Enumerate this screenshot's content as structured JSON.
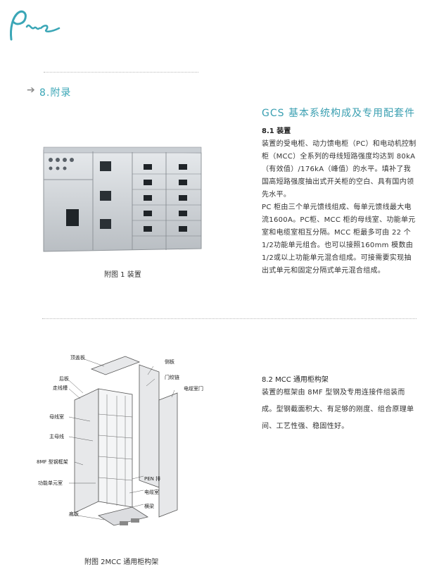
{
  "logo": {
    "text": "Pne"
  },
  "section": {
    "arrow": "➔",
    "title": "8.附录"
  },
  "gcs": {
    "heading": "GCS 基本系统构成及专用配套件",
    "sub": "8.1 装置",
    "paragraphs": [
      "装置的受电柜、动力馈电柜（PC）和电动机控制柜（MCC）全系列的母线短路强度均达到 80kA（有效值）/176kA（峰值）的水平。填补了我国高短路强度抽出式开关柜的空白、具有国内领先水平。",
      "PC 柜由三个单元馈线组成、每单元馈线最大电流1600A。PC柜、MCC 柜的母线室、功能单元室和电缆室相互分隔。MCC 柜最多可由 22 个1/2功能单元组合。也可以接照160mm 模数由1/2或以上功能单元混合组成。可接需要实现抽出式单元和固定分隔式单元混合组成。"
    ],
    "caption": "附图 1 装置"
  },
  "mcc": {
    "sub": "8.2 MCC 通用柜构架",
    "paragraph": "装置的框架由 8MF 型钢及专用连接件组装而成。型钢截面积大、有足够的刚度、组合原理单间、工艺性强、稳固性好。",
    "caption": "附图 2MCC 通用柜构架",
    "labels": {
      "top_plate": "顶盖板",
      "back_plate": "后板",
      "cable_trough": "走线槽",
      "busbar_room": "母线室",
      "main_busbar": "主母线",
      "frame": "8MF 型钢框架",
      "function_unit": "功能单元室",
      "bottom_plate": "底板",
      "side_plate": "侧板",
      "hinge": "门绞链",
      "cable_door": "电缆室门",
      "pen": "PEN 排",
      "cable_room": "电缆室",
      "beam": "横梁"
    }
  },
  "colors": {
    "accent": "#3aa6b6",
    "text": "#333333"
  }
}
